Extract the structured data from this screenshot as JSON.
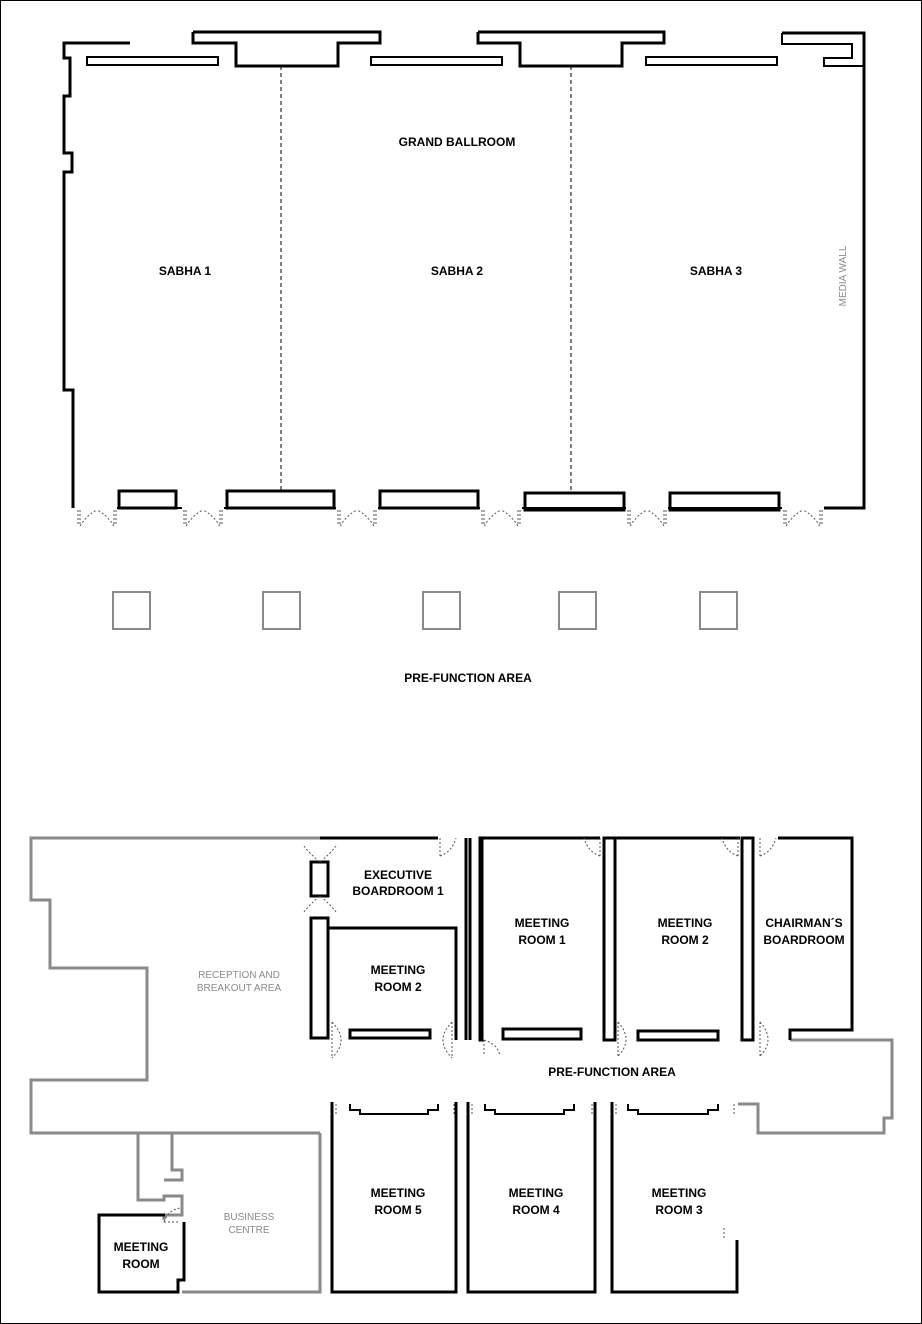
{
  "top_plan": {
    "grand_ballroom": "GRAND BALLROOM",
    "sabha_1": "SABHA 1",
    "sabha_2": "SABHA 2",
    "sabha_3": "SABHA 3",
    "media_wall": "MEDIA WALL",
    "prefunction": "PRE-FUNCTION AREA"
  },
  "bottom_plan": {
    "executive_1": "EXECUTIVE",
    "executive_2": "BOARDROOM 1",
    "meeting_room_2a_1": "MEETING",
    "meeting_room_2a_2": "ROOM 2",
    "meeting_room_1_1": "MEETING",
    "meeting_room_1_2": "ROOM 1",
    "meeting_room_2b_1": "MEETING",
    "meeting_room_2b_2": "ROOM 2",
    "chairman_1": "CHAIRMAN´S",
    "chairman_2": "BOARDROOM",
    "reception_1": "RECEPTION AND",
    "reception_2": "BREAKOUT AREA",
    "prefunction": "PRE-FUNCTION AREA",
    "meeting_room_5_1": "MEETING",
    "meeting_room_5_2": "ROOM 5",
    "meeting_room_4_1": "MEETING",
    "meeting_room_4_2": "ROOM 4",
    "meeting_room_3_1": "MEETING",
    "meeting_room_3_2": "ROOM 3",
    "business_1": "BUSINESS",
    "business_2": "CENTRE",
    "meeting_room_1": "MEETING",
    "meeting_room_2": "ROOM"
  }
}
